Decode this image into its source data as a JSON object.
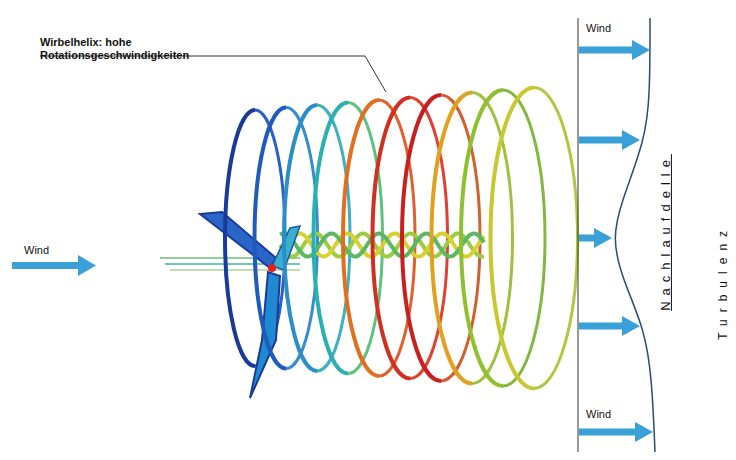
{
  "diagram": {
    "labels": [
      "Wirbelhelix: hohe Rotationsgeschwindigkeiten",
      "Wind",
      "Wind",
      "Wind",
      "Nachlaufdelle",
      "Turbulenz"
    ]
  }
}
